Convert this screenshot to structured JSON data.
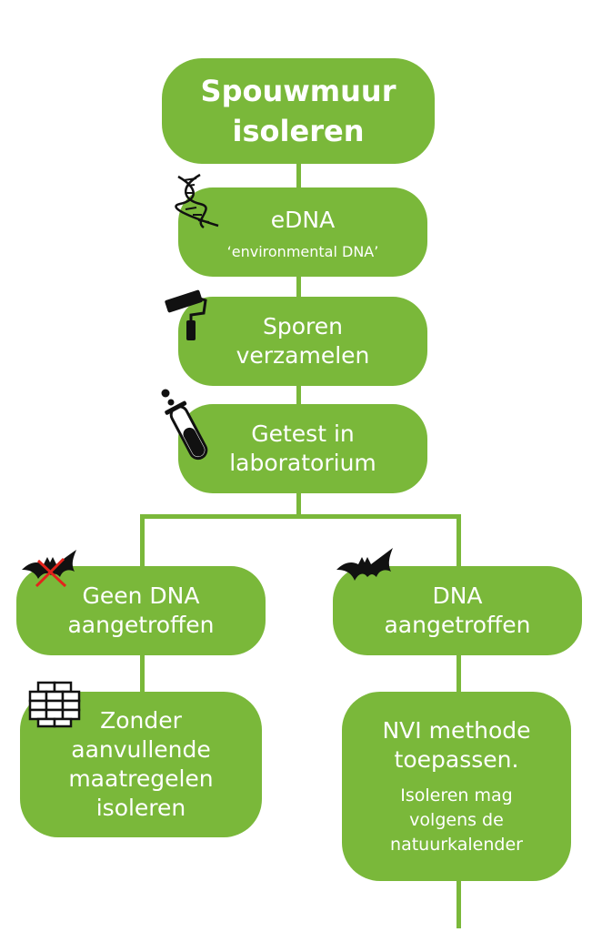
{
  "colors": {
    "green": "#7ab83a",
    "white": "#ffffff",
    "black": "#111111",
    "red": "#e3231b"
  },
  "title_box": {
    "line1": "Spouwmuur",
    "line2": "isoleren"
  },
  "step1": {
    "line1": "eDNA",
    "sub": "‘environmental DNA’",
    "icon": "dna-icon"
  },
  "step2": {
    "line1": "Sporen",
    "line2": "verzamelen",
    "icon": "paint-roller-icon"
  },
  "step3": {
    "line1": "Getest in",
    "line2": "laboratorium",
    "icon": "test-tube-icon"
  },
  "left_branch": {
    "result": {
      "line1": "Geen DNA",
      "line2": "aangetroffen",
      "icon": "crossed-bat-icon"
    },
    "action": {
      "line1": "Zonder",
      "line2": "aanvullende",
      "line3": "maatregelen",
      "line4": "isoleren",
      "icon": "brick-wall-icon"
    }
  },
  "right_branch": {
    "result": {
      "line1": "DNA",
      "line2": "aangetroffen",
      "icon": "bat-icon"
    },
    "action": {
      "line1": "NVI methode",
      "line2": "toepassen.",
      "sub1": "Isoleren mag",
      "sub2": "volgens de",
      "sub3": "natuurkalender"
    }
  }
}
